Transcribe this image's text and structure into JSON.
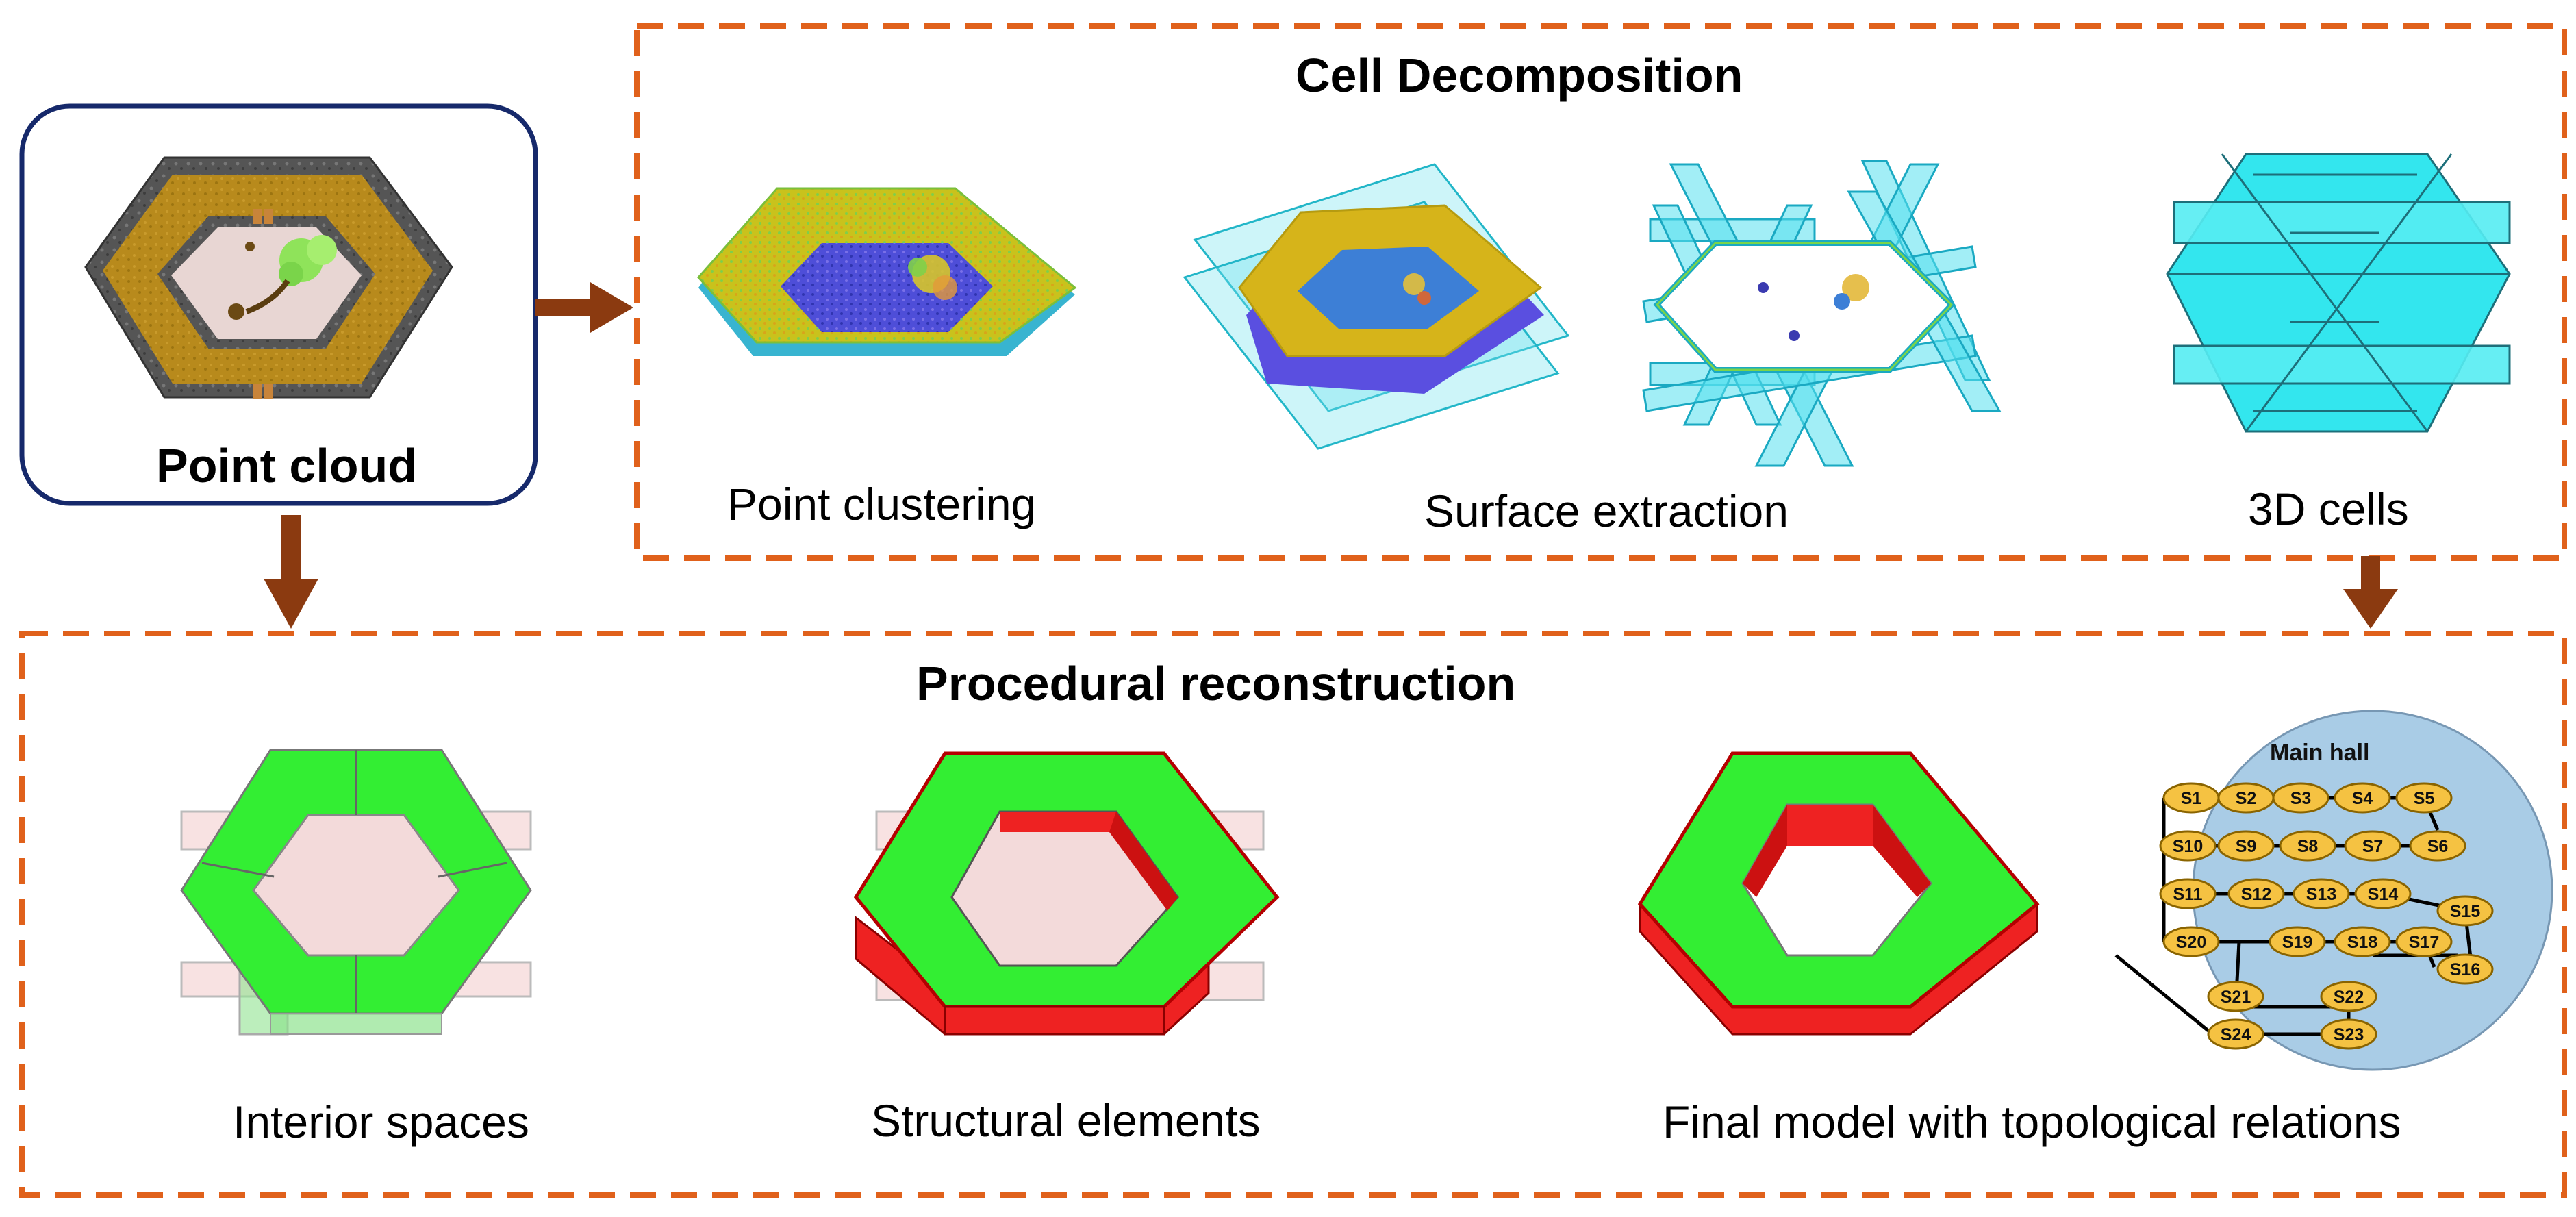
{
  "point_cloud": {
    "label": "Point cloud"
  },
  "cell_decomposition": {
    "title": "Cell Decomposition",
    "steps": [
      "Point clustering",
      "Surface extraction",
      "3D cells"
    ]
  },
  "procedural_reconstruction": {
    "title": "Procedural reconstruction",
    "steps": [
      "Interior spaces",
      "Structural elements",
      "Final model with topological relations"
    ]
  },
  "topology_graph": {
    "title": "Main hall",
    "nodes": [
      "S1",
      "S2",
      "S3",
      "S4",
      "S5",
      "S6",
      "S7",
      "S8",
      "S9",
      "S10",
      "S11",
      "S12",
      "S13",
      "S14",
      "S15",
      "S16",
      "S17",
      "S18",
      "S19",
      "S20",
      "S21",
      "S22",
      "S23",
      "S24"
    ]
  },
  "colors": {
    "frame_dashed": "#e0611b",
    "frame_solid": "#16296b",
    "arrow": "#8b3a10",
    "space_green": "#33ee33",
    "wall_red": "#ee2222",
    "cell_cyan": "#33e6ee",
    "graph_bg": "#a9cce6",
    "node_fill": "#f5c242"
  }
}
